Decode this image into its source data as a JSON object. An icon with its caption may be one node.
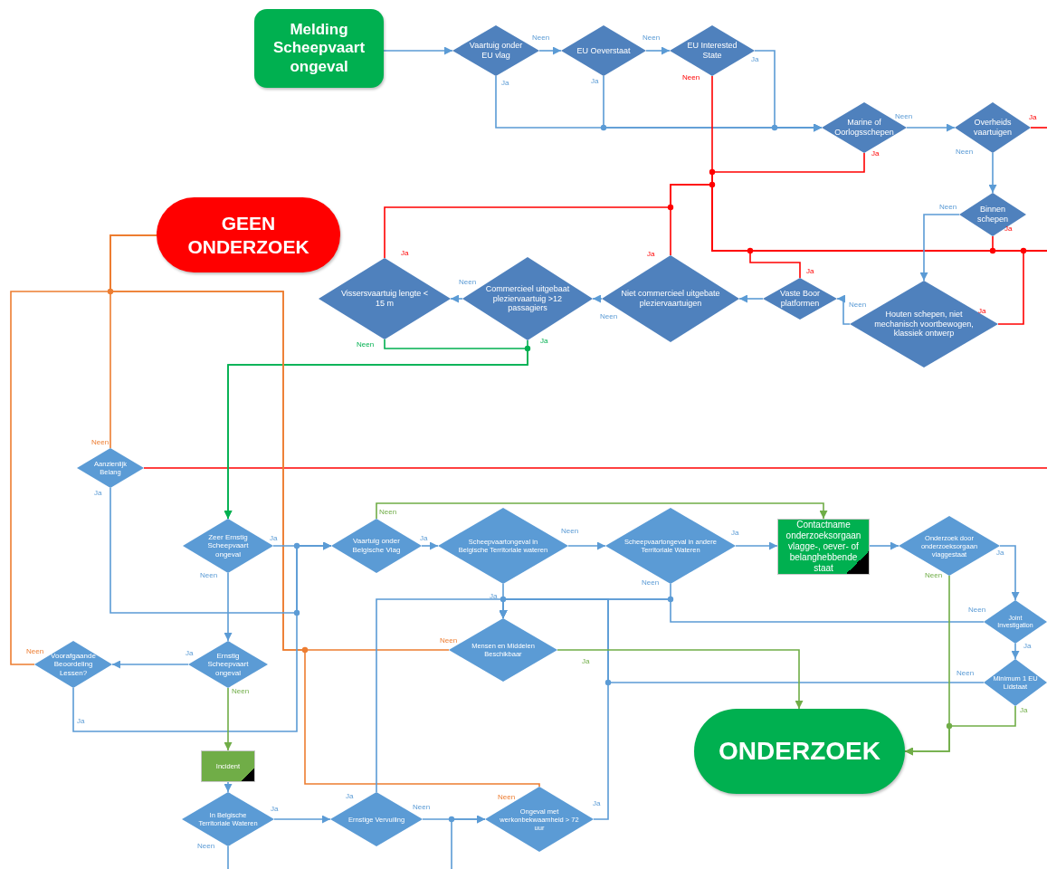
{
  "diagram": {
    "nodes": [
      {
        "text": [
          "Melding Scheepvaart ongeval"
        ]
      },
      {
        "text": [
          "Vaartuig onder EU vlag"
        ]
      },
      {
        "text": [
          "EU Oeverstaat"
        ]
      },
      {
        "text": [
          "EU Interested State"
        ]
      },
      {
        "text": [
          "Marine of Oorlogsschepen"
        ]
      },
      {
        "text": [
          "Overheids vaartuigen"
        ]
      },
      {
        "text": [
          "Binnen schepen"
        ]
      },
      {
        "text": [
          "GEEN ONDERZOEK"
        ]
      },
      {
        "text": [
          "Vissersvaartuig lengte < 15 m"
        ]
      },
      {
        "text": [
          "Commercieel uitgebaat pleziervaartuig >12 passagiers"
        ]
      },
      {
        "text": [
          "Niet commercieel uitgebate pleziervaartuigen"
        ]
      },
      {
        "text": [
          "Vaste Boor platformen"
        ]
      },
      {
        "text": [
          "Houten schepen, niet mechanisch voortbewogen, klassiek ontwerp"
        ]
      },
      {
        "text": [
          "Aanzienlijk Belang"
        ]
      },
      {
        "text": [
          "Zeer Ernstig Scheepvaart ongeval"
        ]
      },
      {
        "text": [
          "Vaartuig onder Belgische Vlag"
        ]
      },
      {
        "text": [
          "Scheepvaartongeval in Belgische Territoriale wateren"
        ]
      },
      {
        "text": [
          "Scheepvaartongeval in andere Territoriale Wateren"
        ]
      },
      {
        "text": [
          "Contactname onderzoeksorgaan vlagge-, oever- of belanghebbende staat"
        ]
      },
      {
        "text": [
          "Onderzoek door onderzoeksorgaan vlaggestaat"
        ]
      },
      {
        "text": [
          "Joint Investigation"
        ]
      },
      {
        "text": [
          "Minimum 1 EU Lidstaat"
        ]
      },
      {
        "text": [
          "Mensen en Middelen Beschikbaar"
        ]
      },
      {
        "text": [
          "Voorafgaande Beoordeling Lessen?"
        ]
      },
      {
        "text": [
          "Ernstig Scheepvaart ongeval"
        ]
      },
      {
        "text": [
          "ONDERZOEK"
        ]
      },
      {
        "text": [
          "Incident"
        ]
      },
      {
        "text": [
          "In Belgische Territoriale Wateren"
        ]
      },
      {
        "text": [
          "Ernstige Vervuiling"
        ]
      },
      {
        "text": [
          "Ongeval met werkonbekwaamheid > 72 uur"
        ]
      }
    ],
    "edges": [
      {
        "from": 0,
        "to": 1,
        "arrow": "to"
      },
      {
        "from": 1,
        "to": 2,
        "arrow": "to",
        "label": "Neen"
      },
      {
        "from": 2,
        "to": 3,
        "arrow": "to",
        "label": "Neen"
      },
      {
        "from": 1,
        "to": 4,
        "arrow": "to",
        "label": "Ja"
      },
      {
        "from": 2,
        "to": 4,
        "arrow": "to",
        "label": "Ja"
      },
      {
        "from": 3,
        "to": 4,
        "arrow": "to",
        "label": "Ja"
      },
      {
        "from": 4,
        "to": 5,
        "arrow": "to",
        "label": "Neen"
      },
      {
        "from": 5,
        "to": null,
        "arrow": "none",
        "label": "Ja",
        "color": "#ff0000"
      },
      {
        "from": 5,
        "to": 6,
        "arrow": "to",
        "label": "Neen"
      },
      {
        "from": 3,
        "to": null,
        "arrow": "none",
        "label": "Neen",
        "color": "#ff0000"
      },
      {
        "from": 4,
        "to": null,
        "arrow": "none",
        "label": "Ja",
        "color": "#ff0000"
      },
      {
        "from": 8,
        "to": null,
        "arrow": "none",
        "label": "Ja",
        "color": "#ff0000"
      },
      {
        "from": 10,
        "to": null,
        "arrow": "none",
        "label": "Ja",
        "color": "#ff0000"
      },
      {
        "from": 11,
        "to": null,
        "arrow": "none",
        "label": "Ja",
        "color": "#ff0000"
      },
      {
        "from": 6,
        "to": null,
        "arrow": "none",
        "label": "Ja",
        "color": "#ff0000"
      },
      {
        "from": 12,
        "to": null,
        "arrow": "none",
        "label": "Ja",
        "color": "#ff0000"
      },
      {
        "from": null,
        "to": 13,
        "arrow": "none",
        "color": "#ff0000"
      },
      {
        "from": 6,
        "to": 12,
        "arrow": "to",
        "label": "Neen"
      },
      {
        "from": 12,
        "to": 11,
        "arrow": "to",
        "label": "Neen"
      },
      {
        "from": 11,
        "to": 10,
        "arrow": "to"
      },
      {
        "from": 10,
        "to": 9,
        "arrow": "to",
        "label": "Neen"
      },
      {
        "from": 9,
        "to": 8,
        "arrow": "to",
        "label": "Neen"
      },
      {
        "from": 8,
        "to": 14,
        "arrow": "to",
        "label": "Neen",
        "color": "#00b050"
      },
      {
        "from": 9,
        "to": 14,
        "arrow": "to",
        "label": "Ja",
        "color": "#00b050"
      },
      {
        "from": 13,
        "to": 7,
        "arrow": "none",
        "label": "Neen",
        "color": "#ed7d31"
      },
      {
        "from": 23,
        "to": 7,
        "arrow": "none",
        "label": "Neen",
        "color": "#ed7d31"
      },
      {
        "from": 22,
        "to": 7,
        "arrow": "none",
        "label": "Neen",
        "color": "#ed7d31"
      },
      {
        "from": 29,
        "to": 7,
        "arrow": "none",
        "label": "Neen",
        "color": "#ed7d31"
      },
      {
        "from": 13,
        "to": 15,
        "arrow": "to",
        "label": "Ja"
      },
      {
        "from": 23,
        "to": 15,
        "arrow": "to",
        "label": "Ja"
      },
      {
        "from": 14,
        "to": 15,
        "arrow": "to",
        "label": "Ja"
      },
      {
        "from": 14,
        "to": 24,
        "arrow": "to",
        "label": "Neen"
      },
      {
        "from": 24,
        "to": 23,
        "arrow": "to",
        "label": "Ja"
      },
      {
        "from": 24,
        "to": 26,
        "arrow": "to",
        "label": "Neen",
        "color": "#70ad47"
      },
      {
        "from": 26,
        "to": 27,
        "arrow": "to"
      },
      {
        "from": 27,
        "to": 28,
        "arrow": "to",
        "label": "Ja"
      },
      {
        "from": 27,
        "to": null,
        "arrow": "none",
        "label": "Neen"
      },
      {
        "from": 28,
        "to": 29,
        "arrow": "to",
        "label": "Neen"
      },
      {
        "from": null,
        "to": 29,
        "arrow": "to"
      },
      {
        "from": 28,
        "to": 22,
        "arrow": "to",
        "label": "Ja"
      },
      {
        "from": 29,
        "to": 22,
        "arrow": "to",
        "label": "Ja"
      },
      {
        "from": 21,
        "to": 22,
        "arrow": "to",
        "label": "Neen"
      },
      {
        "from": 16,
        "to": 22,
        "arrow": "to",
        "label": "Ja"
      },
      {
        "from": 17,
        "to": 22,
        "arrow": "to",
        "label": "Neen"
      },
      {
        "from": 20,
        "to": 22,
        "arrow": "to",
        "label": "Neen"
      },
      {
        "from": 16,
        "to": 17,
        "arrow": "to",
        "label": "Neen"
      },
      {
        "from": 15,
        "to": 16,
        "arrow": "to",
        "label": "Ja"
      },
      {
        "from": 15,
        "to": 18,
        "arrow": "to",
        "label": "Neen",
        "color": "#70ad47"
      },
      {
        "from": 17,
        "to": 18,
        "arrow": "to",
        "label": "Ja"
      },
      {
        "from": 18,
        "to": 19,
        "arrow": "to"
      },
      {
        "from": 19,
        "to": 20,
        "arrow": "to",
        "label": "Ja"
      },
      {
        "from": 19,
        "to": 25,
        "arrow": "to",
        "label": "Neen",
        "color": "#70ad47"
      },
      {
        "from": 21,
        "to": 25,
        "arrow": "to",
        "label": "Ja",
        "color": "#70ad47"
      },
      {
        "from": 20,
        "to": 21,
        "arrow": "to",
        "label": "Ja"
      },
      {
        "from": 22,
        "to": 25,
        "arrow": "to",
        "label": "Ja",
        "color": "#70ad47"
      }
    ]
  }
}
